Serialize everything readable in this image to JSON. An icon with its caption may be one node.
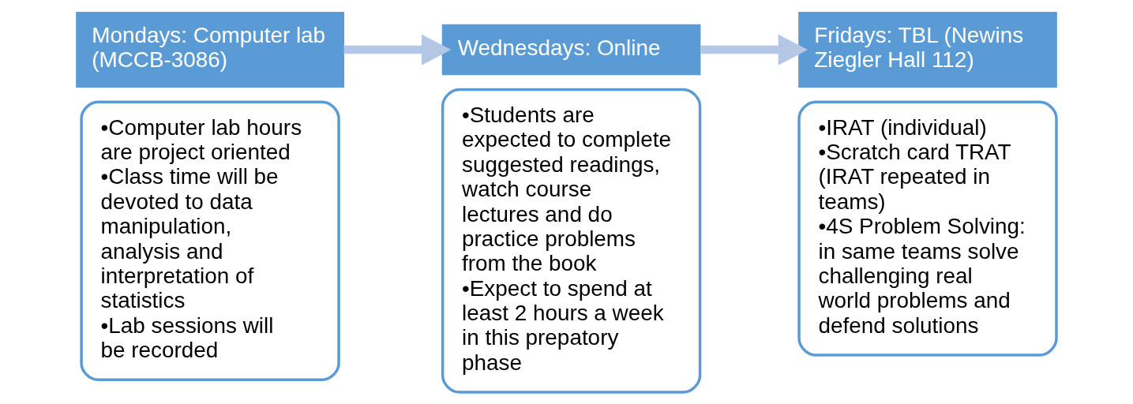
{
  "diagram": {
    "nodes": [
      {
        "text": [
          "Mondays: Computer lab (MCCB-3086)"
        ]
      },
      {
        "text": [
          "•Computer lab hours are project oriented",
          "•Class time will be devoted to data manipulation, analysis and interpretation of statistics",
          "•Lab sessions will be recorded"
        ]
      },
      {
        "text": [
          "Wednesdays: Online"
        ]
      },
      {
        "text": [
          "•Students are expected to complete suggested readings, watch course lectures and do practice problems from the book",
          "•Expect to spend at least 2 hours a week in this prepatory phase"
        ]
      },
      {
        "text": [
          "Fridays: TBL (Newins Ziegler Hall 112)"
        ]
      },
      {
        "text": [
          "•IRAT (individual)",
          "•Scratch card TRAT (IRAT repeated in teams)",
          "•4S Problem Solving: in same teams solve challenging real world problems and defend solutions"
        ]
      }
    ],
    "edges": [
      {
        "from": 0,
        "to": 2,
        "arrow": "to"
      },
      {
        "from": 2,
        "to": 4,
        "arrow": "to"
      }
    ]
  }
}
